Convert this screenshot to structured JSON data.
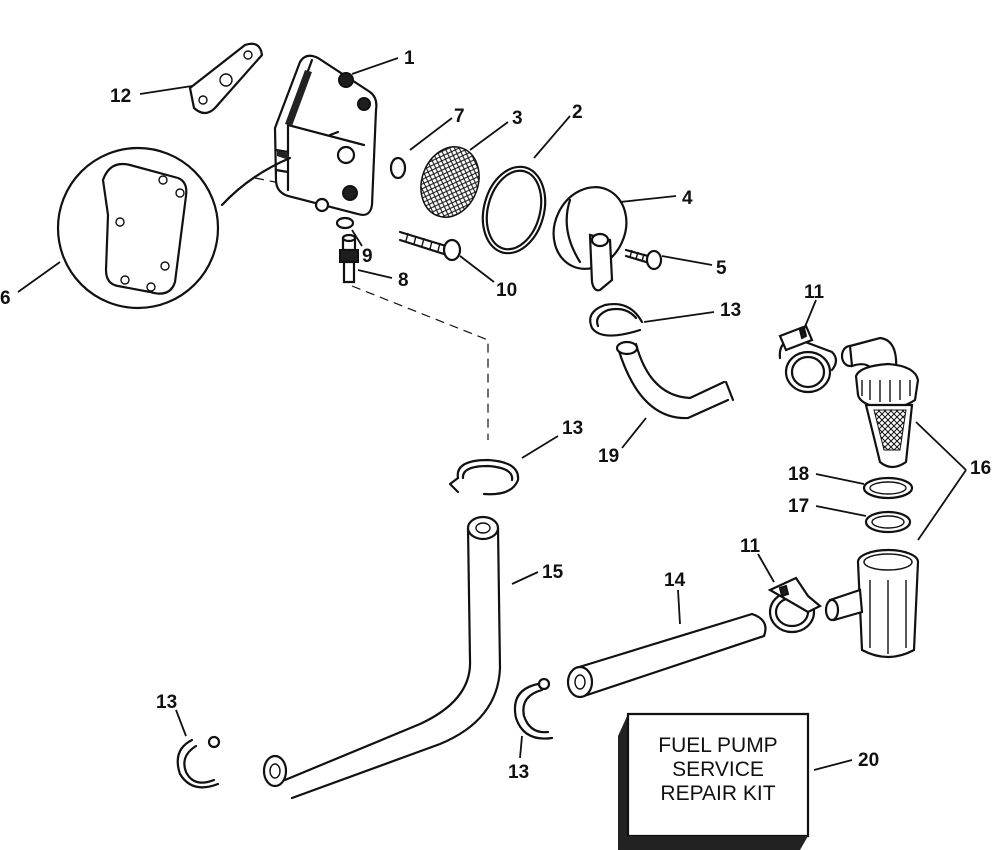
{
  "callouts": {
    "c1": "1",
    "c2": "2",
    "c3": "3",
    "c4": "4",
    "c5": "5",
    "c6": "6",
    "c7": "7",
    "c8": "8",
    "c9": "9",
    "c10": "10",
    "c11a": "11",
    "c11b": "11",
    "c12": "12",
    "c13a": "13",
    "c13b": "13",
    "c13c": "13",
    "c13d": "13",
    "c14": "14",
    "c15": "15",
    "c16": "16",
    "c17": "17",
    "c18": "18",
    "c19": "19",
    "c20": "20"
  },
  "kit_box": {
    "line1": "FUEL PUMP",
    "line2": "SERVICE",
    "line3": "REPAIR KIT"
  }
}
